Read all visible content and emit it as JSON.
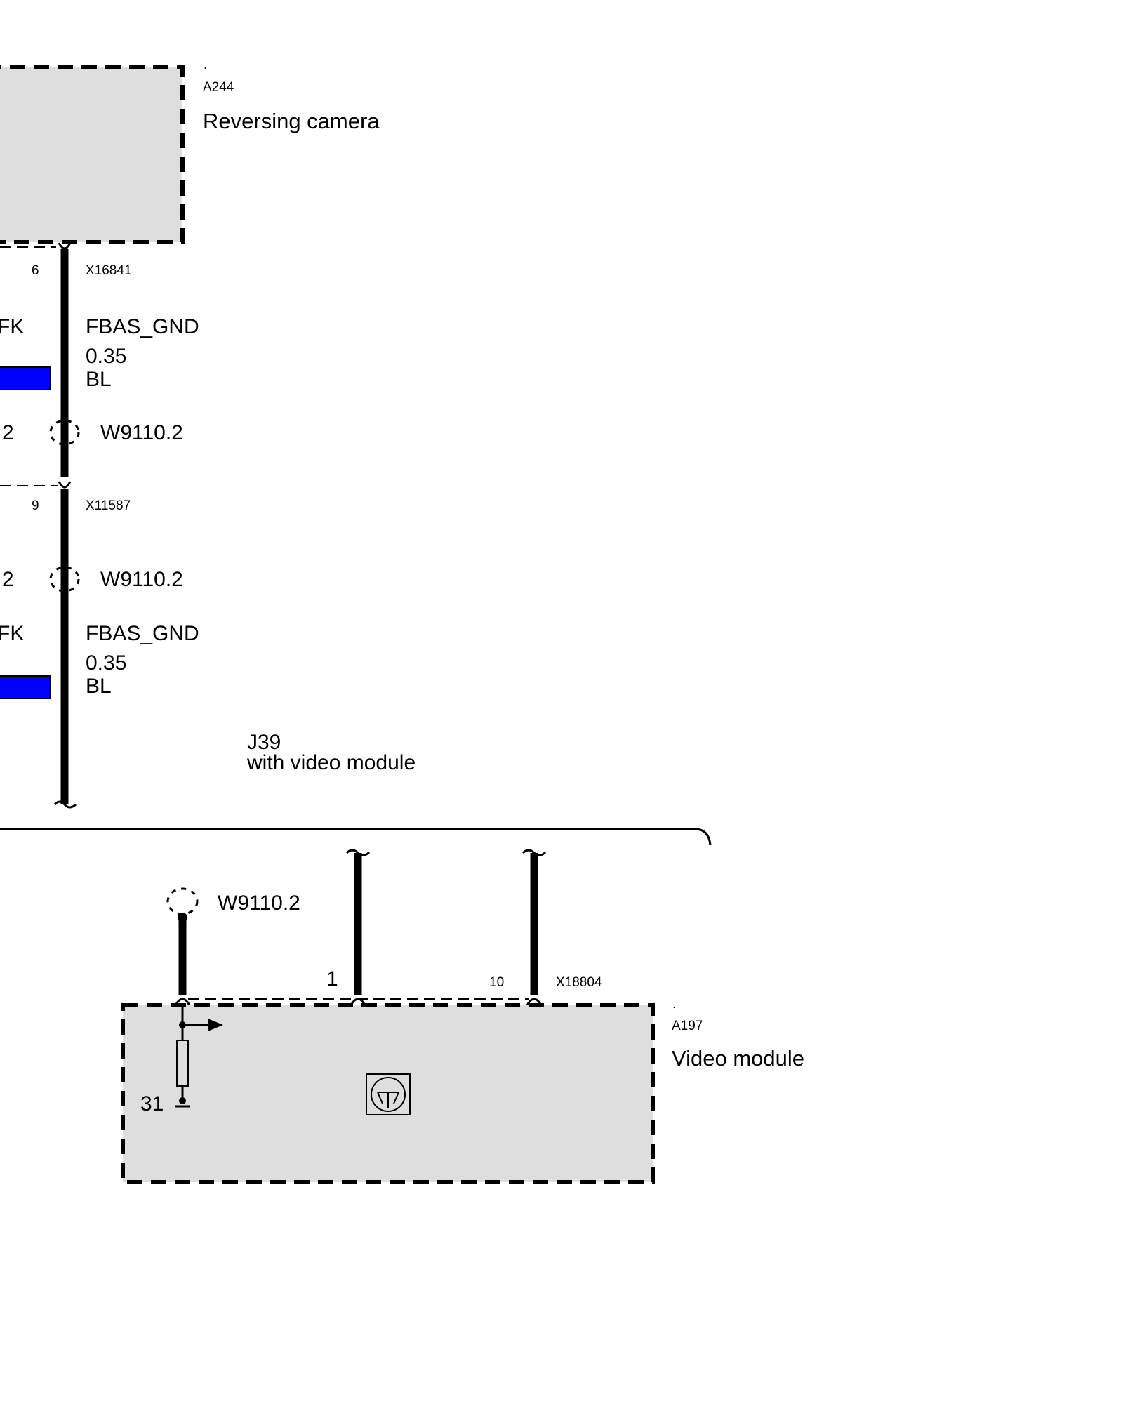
{
  "components": {
    "camera": {
      "ref": "A244",
      "dot": ".",
      "name": "Reversing camera"
    },
    "video_module": {
      "ref": "A197",
      "dot": ".",
      "name": "Video module",
      "ground_terminal": "31"
    }
  },
  "connectors": {
    "x16841": {
      "id": "X16841",
      "pin": "6"
    },
    "x11587": {
      "id": "X11587",
      "pin": "9"
    },
    "x18804": {
      "id": "X18804",
      "pin_a": "1",
      "pin_b": "10"
    }
  },
  "wire_upper": {
    "signal": "FBAS_GND",
    "gauge": "0.35",
    "color_code": "BL",
    "left_signal_partial": "FK",
    "left_shield_partial": "2",
    "shield": "W9110.2"
  },
  "wire_lower": {
    "signal": "FBAS_GND",
    "gauge": "0.35",
    "color_code": "BL",
    "left_signal_partial": "FK",
    "left_shield_partial": "2",
    "shield": "W9110.2"
  },
  "shield_video_module": "W9110.2",
  "option": {
    "code": "J39",
    "description": "with video module"
  },
  "colors": {
    "wire_color_swatch": "#0000ff",
    "box_fill": "#dedede",
    "line": "#000000"
  }
}
